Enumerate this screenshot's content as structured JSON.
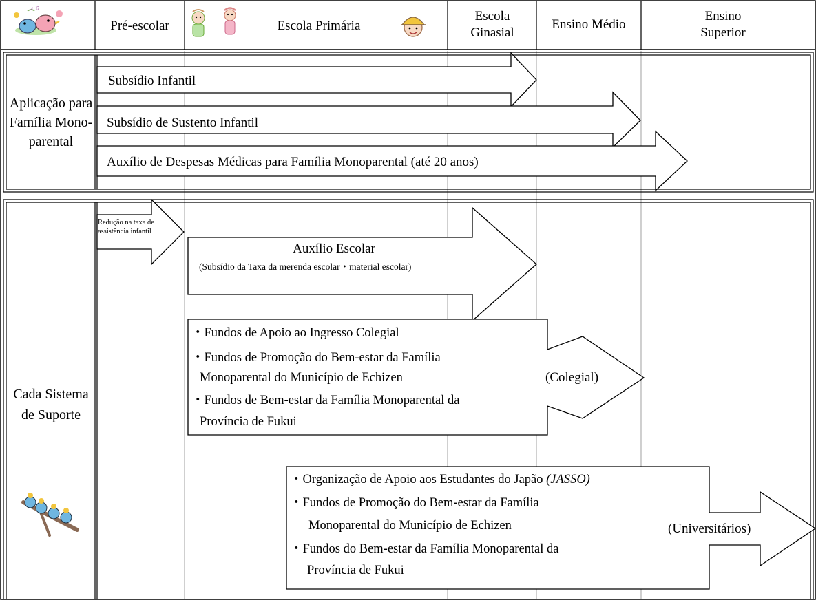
{
  "header": {
    "pre_escolar": "Pré-escolar",
    "escola_primaria": "Escola Primária",
    "escola_ginasial": "Escola Ginasial",
    "ensino_medio": "Ensino Médio",
    "ensino_superior": "Ensino Superior"
  },
  "sections": {
    "single_parent": "Aplicação para Família Mono-parental",
    "support": "Cada Sistema de Suporte"
  },
  "arrows": {
    "subsidio_infantil": "Subsídio Infantil",
    "subsidio_sustento": "Subsídio de Sustento Infantil",
    "auxilio_despesas": "Auxílio de Despesas Médicas para Família Monoparental (até 20 anos)",
    "reducao_taxa_1": "Redução na taxa de",
    "reducao_taxa_2": "assistência infantil",
    "auxilio_escolar": "Auxílio Escolar",
    "auxilio_escolar_sub": "(Subsídio da Taxa da merenda escolar・material escolar)",
    "colegial": "(Colegial)",
    "universitarios": "(Universitários)"
  },
  "colegial_items": [
    "・Fundos de Apoio ao Ingresso Colegial",
    "・Fundos de Promoção do Bem-estar da Família",
    "Monoparental do Município de Echizen",
    "・Fundos de Bem-estar da Família Monoparental da",
    "Província de Fukui"
  ],
  "univ_items": {
    "jasso_prefix": "・Organização de Apoio aos Estudantes do Japão ",
    "jasso_italic": "(JASSO)",
    "list": [
      "・Fundos de Promoção do Bem-estar da Família",
      "Monoparental do Município de Echizen",
      "・Fundos do Bem-estar da Família Monoparental da",
      "Província de Fukui"
    ]
  },
  "colors": {
    "line": "#000000",
    "bird_pink": "#f4a3b5",
    "bird_blue": "#6fb6e0",
    "yellow": "#f2c53d"
  }
}
